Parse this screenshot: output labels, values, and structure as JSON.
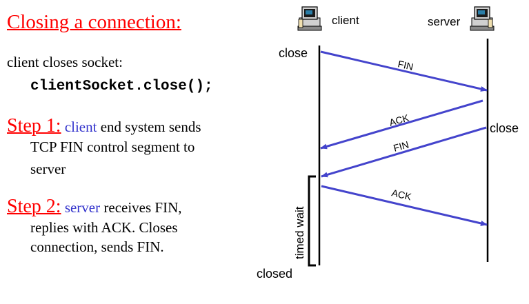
{
  "title": "Closing a connection:",
  "left_text": {
    "intro": "client closes socket:",
    "code": "clientSocket.close();",
    "step1": {
      "label": "Step 1:",
      "actor": "client",
      "line1_rest": "end system sends",
      "line2": "TCP FIN control segment to",
      "line3": "server"
    },
    "step2": {
      "label": "Step 2:",
      "actor": "server",
      "line1_rest": "receives FIN,",
      "line2": "replies with ACK. Closes",
      "line3": "connection, sends FIN."
    }
  },
  "diagram": {
    "client_label": "client",
    "server_label": "server",
    "client_close": "close",
    "server_close": "close",
    "closed_label": "closed",
    "timed_wait_label": "timed wait",
    "messages": [
      {
        "label": "FIN",
        "direction": "client-to-server"
      },
      {
        "label": "ACK",
        "direction": "server-to-client"
      },
      {
        "label": "FIN",
        "direction": "server-to-client"
      },
      {
        "label": "ACK",
        "direction": "client-to-server"
      }
    ],
    "icons": [
      "computer-icon",
      "computer-icon"
    ],
    "colors": {
      "arrow": "#4444cc",
      "accent_red": "#ff0000",
      "actor_blue": "#3333cc"
    }
  }
}
